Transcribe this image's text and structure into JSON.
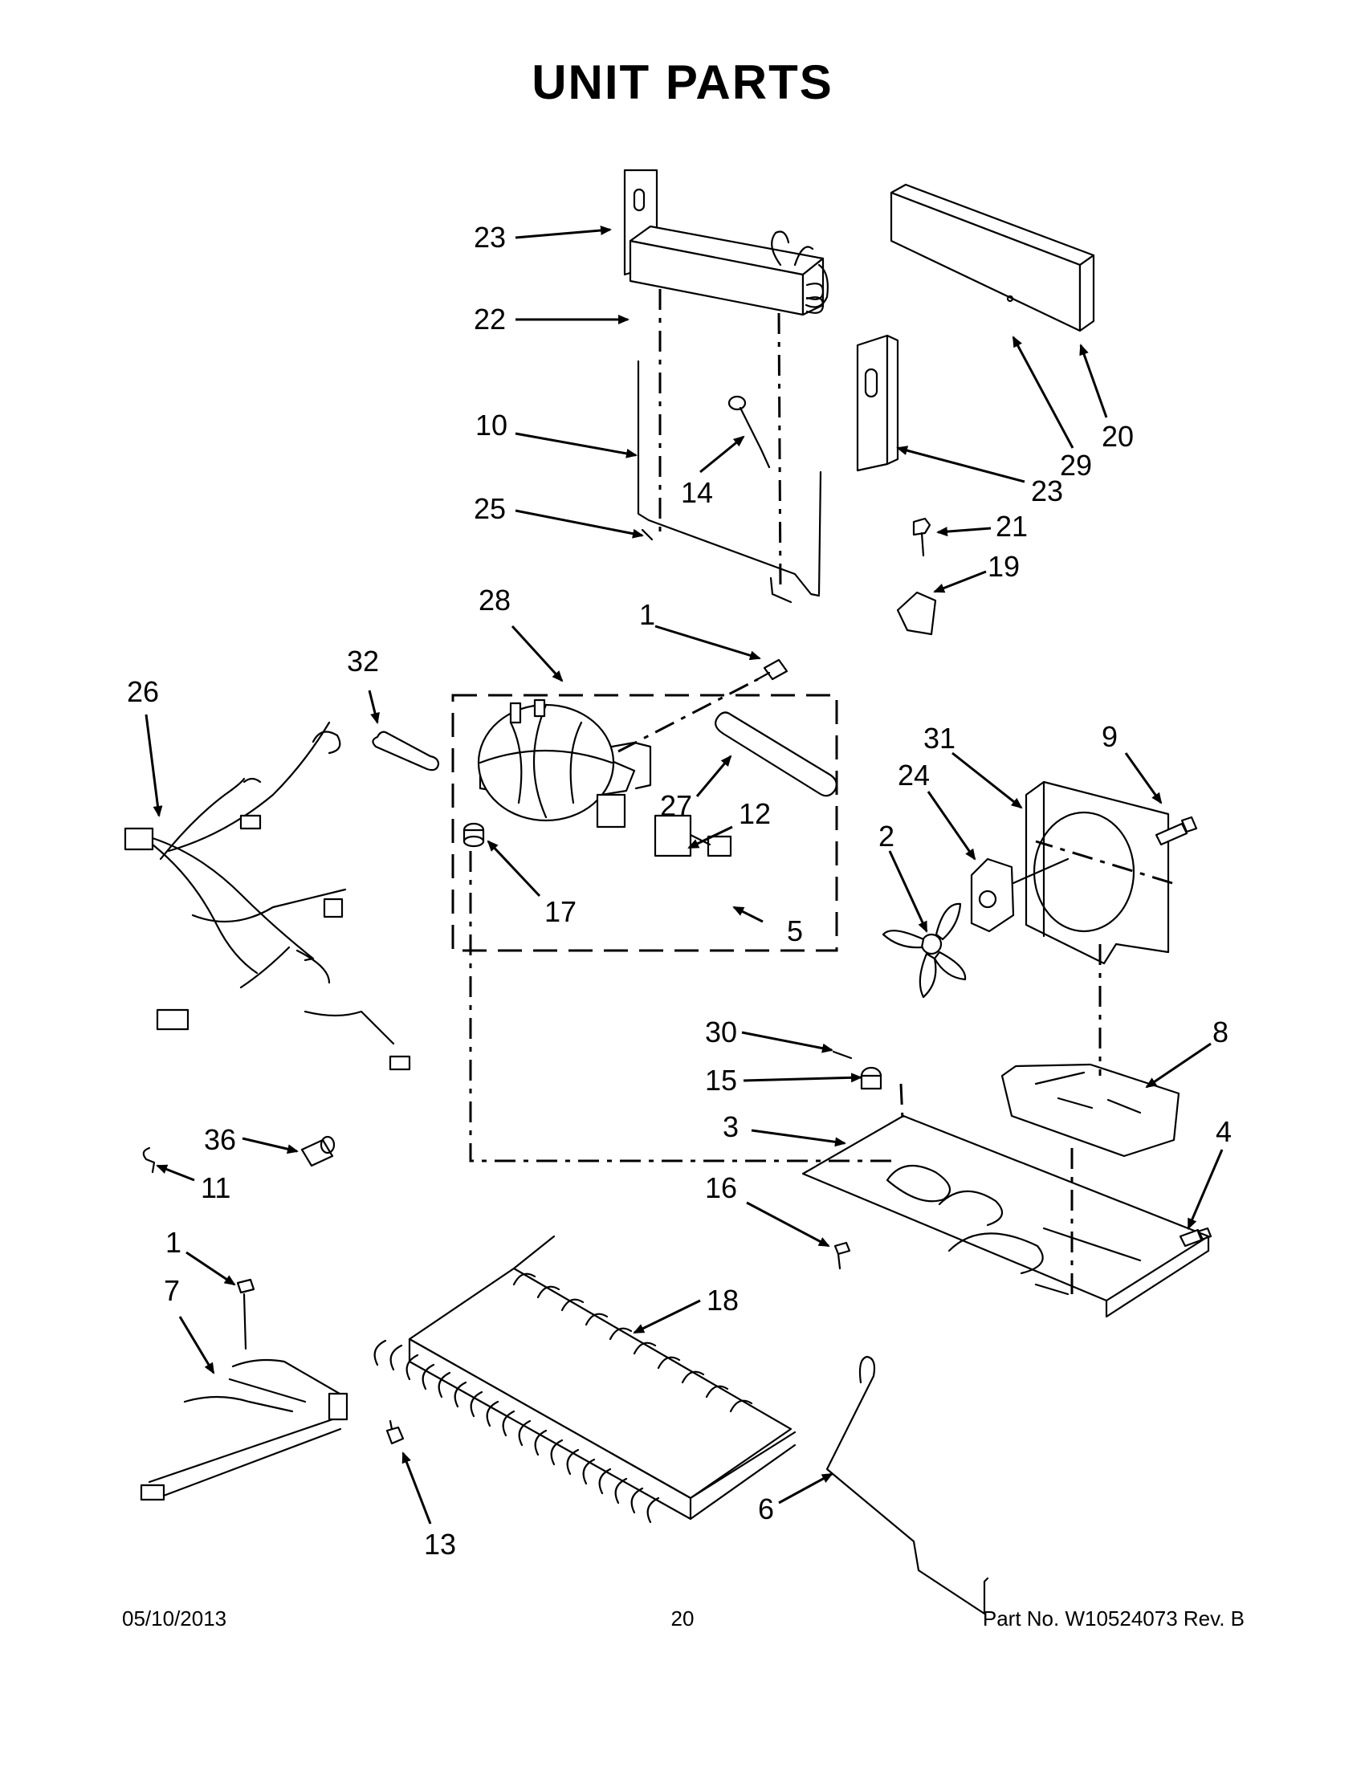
{
  "title": "UNIT PARTS",
  "footer": {
    "date": "05/10/2013",
    "page_number": "20",
    "part_no": "Part No.  W10524073  Rev.  B"
  },
  "callouts": [
    "23",
    "22",
    "10",
    "14",
    "25",
    "23",
    "29",
    "20",
    "21",
    "19",
    "28",
    "1",
    "32",
    "26",
    "27",
    "12",
    "17",
    "5",
    "31",
    "9",
    "24",
    "2",
    "30",
    "8",
    "15",
    "3",
    "4",
    "36",
    "11",
    "16",
    "1",
    "7",
    "18",
    "13",
    "6"
  ]
}
